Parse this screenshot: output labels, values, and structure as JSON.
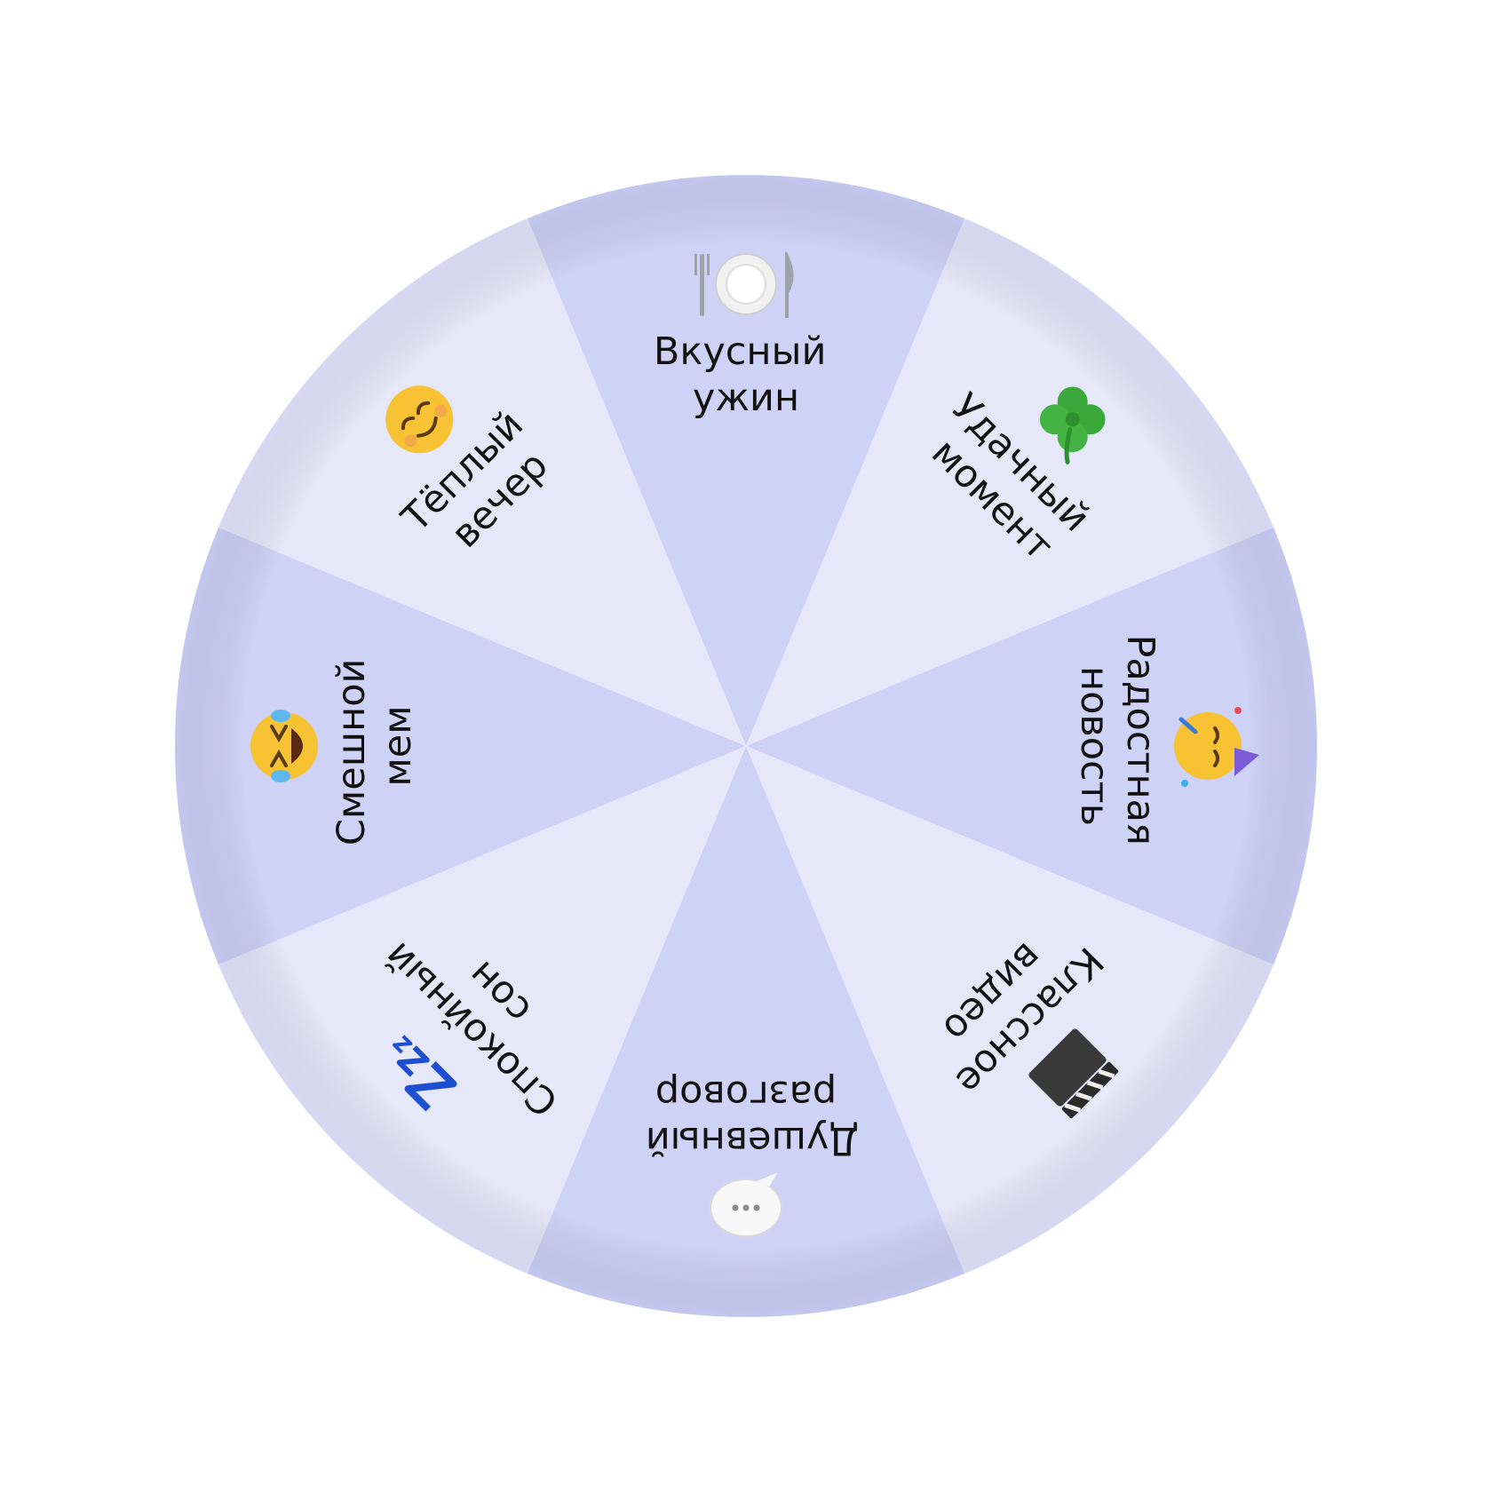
{
  "wheel": {
    "colors": {
      "light": "#e6e8fa",
      "dark": "#ced2f6",
      "rim": "#dfe1f8"
    },
    "segments": [
      {
        "line1": "Вкусный",
        "line2": "ужин",
        "icon": "plate-icon"
      },
      {
        "line1": "Удачный",
        "line2": "момент",
        "icon": "clover-icon"
      },
      {
        "line1": "Радостная",
        "line2": "новость",
        "icon": "party-face-icon"
      },
      {
        "line1": "Классное",
        "line2": "видео",
        "icon": "clapper-icon"
      },
      {
        "line1": "Душевный",
        "line2": "разговор",
        "icon": "speech-bubble-icon"
      },
      {
        "line1": "Спокойный",
        "line2": "сон",
        "icon": "zzz-icon"
      },
      {
        "line1": "Смешной",
        "line2": "мем",
        "icon": "laughing-face-icon"
      },
      {
        "line1": "Тёплый",
        "line2": "вечер",
        "icon": "smiling-face-icon"
      }
    ]
  }
}
